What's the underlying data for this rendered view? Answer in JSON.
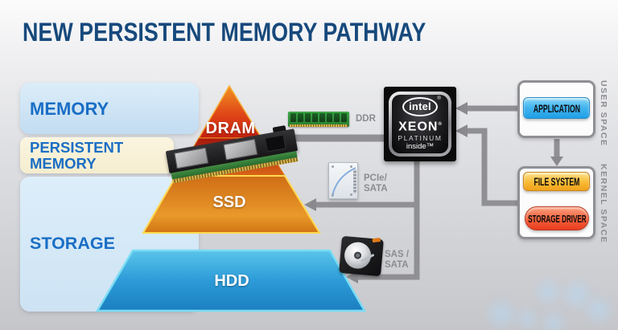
{
  "title": "NEW PERSISTENT MEMORY PATHWAY",
  "bands": {
    "memory": "MEMORY",
    "persistent_line1": "PERSISTENT",
    "persistent_line2": "MEMORY",
    "storage": "STORAGE"
  },
  "pyramid": {
    "dram": "DRAM",
    "ssd": "SSD",
    "hdd": "HDD"
  },
  "interfaces": {
    "ddr": "DDR",
    "pcie_line1": "PCIe/",
    "pcie_line2": "SATA",
    "sas_line1": "SAS /",
    "sas_line2": "SATA"
  },
  "cpu": {
    "logo": "intel",
    "logo_reg": "®",
    "name": "XEON",
    "name_reg": "®",
    "tier": "PLATINUM",
    "inside": "inside™"
  },
  "flow": {
    "application": "APPLICATION",
    "file_system": "FILE SYSTEM",
    "storage_driver": "STORAGE DRIVER",
    "user_space": "USER SPACE",
    "kernel_space": "KERNEL SPACE"
  },
  "colors": {
    "title_blue": "#17497c",
    "band_text_blue": "#1a6ec5",
    "memory_band_bg": "#cfe4f5",
    "persistent_band_bg": "#faf3da",
    "storage_band_bg": "#d7e8f7",
    "dram_red": "#cf2715",
    "ssd_orange": "#e08a1f",
    "hdd_blue": "#2196d4",
    "application_blue": "#35aeee",
    "file_system_orange": "#f5b02c",
    "storage_driver_red": "#ef5436",
    "arrow_gray": "#909094"
  }
}
